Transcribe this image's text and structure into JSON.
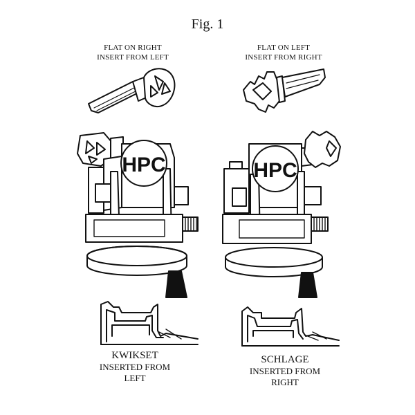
{
  "figure": {
    "title": "Fig. 1"
  },
  "left": {
    "header_line1": "FLAT ON RIGHT",
    "header_line2": "INSERT FROM LEFT",
    "badge_text": "HPC",
    "caption_name": "KWIKSET",
    "caption_line2": "INSERTED FROM",
    "caption_line3": "LEFT"
  },
  "right": {
    "header_line1": "FLAT ON LEFT",
    "header_line2": "INSERT FROM RIGHT",
    "badge_text": "HPC",
    "caption_name": "SCHLAGE",
    "caption_line2": "INSERTED FROM",
    "caption_line3": "RIGHT"
  },
  "colors": {
    "ink": "#111111",
    "paper": "#ffffff"
  }
}
